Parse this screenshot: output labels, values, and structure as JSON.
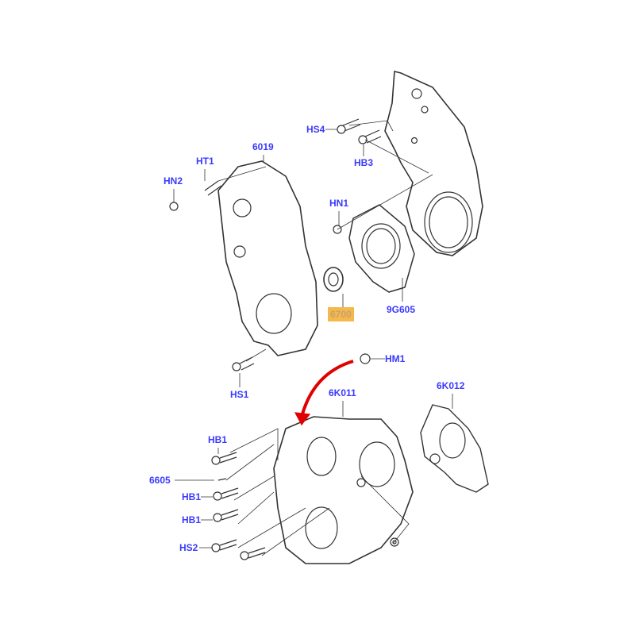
{
  "diagram": {
    "callouts": {
      "hs4": "HS4",
      "hb3": "HB3",
      "ht1": "HT1",
      "p6019": "6019",
      "hn2": "HN2",
      "hn1": "HN1",
      "p6700": "6700",
      "p9g605": "9G605",
      "hm1": "HM1",
      "hs1": "HS1",
      "p6k011": "6K011",
      "p6k012": "6K012",
      "hb1_a": "HB1",
      "p6605": "6605",
      "hb1_b": "HB1",
      "hb1_c": "HB1",
      "hs2": "HS2"
    },
    "highlighted_part": "6700",
    "colors": {
      "label": "#3a3aff",
      "highlight": "#f5b84a",
      "arrow": "#e00000",
      "line": "#333333"
    }
  }
}
